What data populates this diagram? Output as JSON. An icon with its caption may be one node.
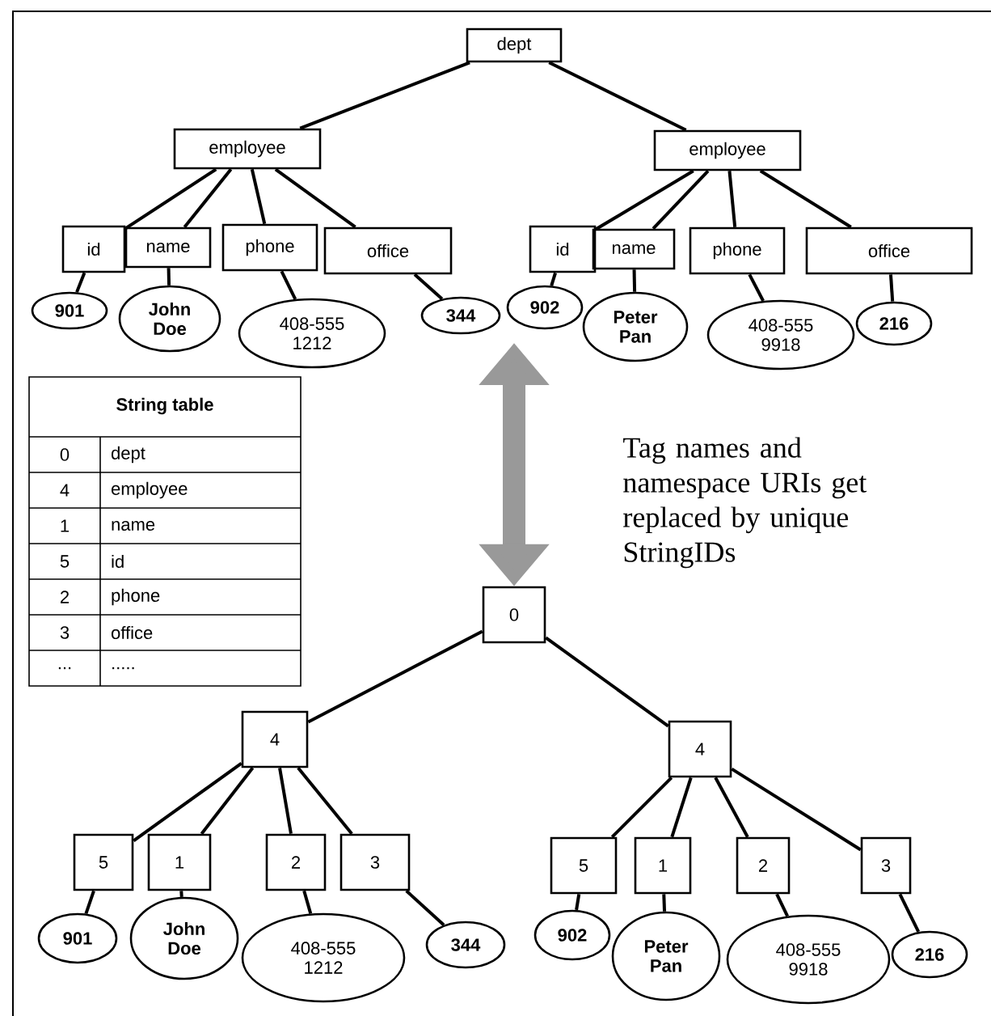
{
  "diagram": {
    "nodes": [
      {
        "text": [
          "dept"
        ]
      },
      {
        "text": [
          "employee"
        ]
      },
      {
        "text": [
          "employee"
        ]
      },
      {
        "text": [
          "id"
        ]
      },
      {
        "text": [
          "name"
        ]
      },
      {
        "text": [
          "phone"
        ]
      },
      {
        "text": [
          "office"
        ]
      },
      {
        "text": [
          "id"
        ]
      },
      {
        "text": [
          "name"
        ]
      },
      {
        "text": [
          "phone"
        ]
      },
      {
        "text": [
          "office"
        ]
      },
      {
        "text": [
          "901"
        ]
      },
      {
        "text": [
          "John Doe"
        ]
      },
      {
        "text": [
          "408-555 1212"
        ]
      },
      {
        "text": [
          "344"
        ]
      },
      {
        "text": [
          "902"
        ]
      },
      {
        "text": [
          "Peter Pan"
        ]
      },
      {
        "text": [
          "408-555 9918"
        ]
      },
      {
        "text": [
          "216"
        ]
      },
      {
        "text": [
          "0"
        ]
      },
      {
        "text": [
          "4"
        ]
      },
      {
        "text": [
          "4"
        ]
      },
      {
        "text": [
          "5"
        ]
      },
      {
        "text": [
          "1"
        ]
      },
      {
        "text": [
          "2"
        ]
      },
      {
        "text": [
          "3"
        ]
      },
      {
        "text": [
          "5"
        ]
      },
      {
        "text": [
          "1"
        ]
      },
      {
        "text": [
          "2"
        ]
      },
      {
        "text": [
          "3"
        ]
      },
      {
        "text": [
          "901"
        ]
      },
      {
        "text": [
          "John Doe"
        ]
      },
      {
        "text": [
          "408-555 1212"
        ]
      },
      {
        "text": [
          "344"
        ]
      },
      {
        "text": [
          "902"
        ]
      },
      {
        "text": [
          "Peter Pan"
        ]
      },
      {
        "text": [
          "408-555 9918"
        ]
      },
      {
        "text": [
          "216"
        ]
      }
    ],
    "edges": [
      {
        "from": 0,
        "to": 1,
        "arrow": "none"
      },
      {
        "from": 0,
        "to": 2,
        "arrow": "none"
      },
      {
        "from": 1,
        "to": 3,
        "arrow": "none"
      },
      {
        "from": 1,
        "to": 4,
        "arrow": "none"
      },
      {
        "from": 1,
        "to": 5,
        "arrow": "none"
      },
      {
        "from": 1,
        "to": 6,
        "arrow": "none"
      },
      {
        "from": 2,
        "to": 7,
        "arrow": "none"
      },
      {
        "from": 2,
        "to": 8,
        "arrow": "none"
      },
      {
        "from": 2,
        "to": 9,
        "arrow": "none"
      },
      {
        "from": 2,
        "to": 10,
        "arrow": "none"
      },
      {
        "from": 3,
        "to": 11,
        "arrow": "none"
      },
      {
        "from": 4,
        "to": 12,
        "arrow": "none"
      },
      {
        "from": 5,
        "to": 13,
        "arrow": "none"
      },
      {
        "from": 6,
        "to": 14,
        "arrow": "none"
      },
      {
        "from": 7,
        "to": 15,
        "arrow": "none"
      },
      {
        "from": 8,
        "to": 16,
        "arrow": "none"
      },
      {
        "from": 9,
        "to": 17,
        "arrow": "none"
      },
      {
        "from": 10,
        "to": 18,
        "arrow": "none"
      },
      {
        "from": 19,
        "to": 20,
        "arrow": "none"
      },
      {
        "from": 19,
        "to": 21,
        "arrow": "none"
      },
      {
        "from": 20,
        "to": 22,
        "arrow": "none"
      },
      {
        "from": 20,
        "to": 23,
        "arrow": "none"
      },
      {
        "from": 20,
        "to": 24,
        "arrow": "none"
      },
      {
        "from": 20,
        "to": 25,
        "arrow": "none"
      },
      {
        "from": 21,
        "to": 26,
        "arrow": "none"
      },
      {
        "from": 21,
        "to": 27,
        "arrow": "none"
      },
      {
        "from": 21,
        "to": 28,
        "arrow": "none"
      },
      {
        "from": 21,
        "to": 29,
        "arrow": "none"
      },
      {
        "from": 22,
        "to": 30,
        "arrow": "none"
      },
      {
        "from": 23,
        "to": 31,
        "arrow": "none"
      },
      {
        "from": 24,
        "to": 32,
        "arrow": "none"
      },
      {
        "from": 25,
        "to": 33,
        "arrow": "none"
      },
      {
        "from": 26,
        "to": 34,
        "arrow": "none"
      },
      {
        "from": 27,
        "to": 35,
        "arrow": "none"
      },
      {
        "from": 28,
        "to": 36,
        "arrow": "none"
      },
      {
        "from": 29,
        "to": 37,
        "arrow": "none"
      },
      {
        "from": null,
        "to": 19,
        "arrow": "both",
        "style": "thick",
        "color": "#999999"
      }
    ],
    "labels": [
      "String table",
      "0",
      "dept",
      "4",
      "employee",
      "1",
      "name",
      "5",
      "id",
      "2",
      "phone",
      "3",
      "office",
      "...",
      ".....",
      "Tag names and namespace URIs get replaced by unique StringIDs"
    ]
  }
}
